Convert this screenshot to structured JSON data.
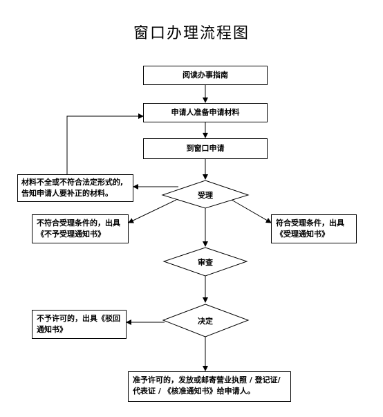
{
  "title": "窗口办理流程图",
  "steps": {
    "read_guide": "阅读办事指南",
    "prepare": "申请人准备申请材料",
    "submit": "到窗口申请",
    "accept": "受理",
    "review": "审查",
    "decide": "决定"
  },
  "outcomes": {
    "incomplete": "材料不全或不符合法定形式的,告知申请人要补正的材料。",
    "not_accepted": "不符合受理条件的，出具《不予受理通知书》",
    "accepted": "符合受理条件，出具《受理通知书》",
    "denied": "不予许可的，出具《驳回通知书》",
    "granted": "准予许可的，发放或邮寄营业执照 / 登记证/ 代表证 / 《核准通知书》给申请人。"
  }
}
